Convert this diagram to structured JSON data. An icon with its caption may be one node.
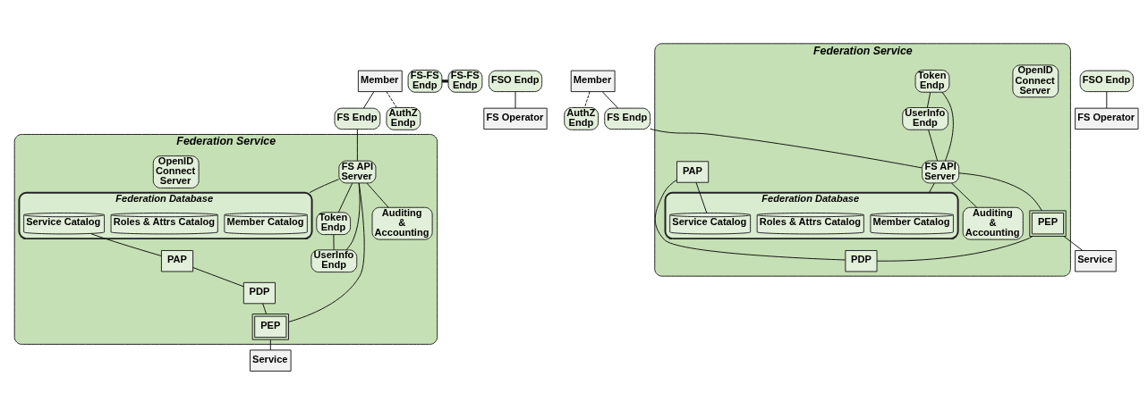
{
  "diagram": {
    "nodes": [
      {
        "text": [
          "Member"
        ]
      },
      {
        "text": [
          "Federation Service"
        ]
      },
      {
        "text": [
          "FS Endp"
        ]
      },
      {
        "text": [
          "AuthZ Endp"
        ]
      },
      {
        "text": [
          "Federation Database"
        ],
        "in": 1
      },
      {
        "text": [
          "Member Catalog"
        ],
        "in": 4
      },
      {
        "text": [
          "Roles & Attrs Catalog"
        ],
        "in": 4
      },
      {
        "text": [
          "Service Catalog"
        ],
        "in": 4
      },
      {
        "text": [
          "FS API Server"
        ],
        "in": 1
      },
      {
        "text": [
          "OpenID Connect Server"
        ],
        "in": 1
      },
      {
        "text": [
          "Token Endp"
        ],
        "in": 1
      },
      {
        "text": [
          "UserInfo Endp"
        ],
        "in": 1
      },
      {
        "text": [
          "PAP"
        ],
        "in": 1
      },
      {
        "text": [
          "PDP"
        ],
        "in": 1
      },
      {
        "text": [
          "PEP"
        ],
        "in": 1
      },
      {
        "text": [
          "Auditing & Accounting"
        ],
        "in": 1
      },
      {
        "text": [
          "FS-FS Endp"
        ]
      },
      {
        "text": [
          "FSO Endp"
        ]
      },
      {
        "text": [
          "Service"
        ]
      },
      {
        "text": [
          "FS Operator"
        ]
      },
      {
        "text": [
          "Member"
        ]
      },
      {
        "text": [
          "AuthZ Endp"
        ]
      },
      {
        "text": [
          "FS Endp"
        ]
      },
      {
        "text": [
          "Federation Service"
        ]
      },
      {
        "text": [
          "OpenID Connect Server"
        ],
        "in": 23
      },
      {
        "text": [
          "Token Endp"
        ],
        "in": 23
      },
      {
        "text": [
          "UserInfo Endp"
        ],
        "in": 23
      },
      {
        "text": [
          "FS API Server"
        ],
        "in": 23
      },
      {
        "text": [
          "Federation Database"
        ],
        "in": 23
      },
      {
        "text": [
          "Member Catalog"
        ],
        "in": 28
      },
      {
        "text": [
          "Roles & Attrs Catalog"
        ],
        "in": 28
      },
      {
        "text": [
          "Service Catalog"
        ],
        "in": 28
      },
      {
        "text": [
          "PAP"
        ],
        "in": 23
      },
      {
        "text": [
          "Auditing & Accounting"
        ],
        "in": 23
      },
      {
        "text": [
          "FS-FS Endp"
        ]
      },
      {
        "text": [
          "PEP"
        ],
        "in": 23
      },
      {
        "text": [
          "PDP"
        ],
        "in": 23
      },
      {
        "text": [
          "FSO Endp"
        ]
      },
      {
        "text": [
          "FS Operator"
        ]
      },
      {
        "text": [
          "Service"
        ]
      }
    ],
    "edges": [
      {
        "from": 0,
        "to": 2,
        "arrow": "none"
      },
      {
        "from": 0,
        "to": 3,
        "arrow": "none",
        "style": "dashed"
      },
      {
        "from": 2,
        "to": 8,
        "arrow": "none"
      },
      {
        "from": 8,
        "to": 4,
        "arrow": "none"
      },
      {
        "from": 8,
        "to": 10,
        "arrow": "none"
      },
      {
        "from": 8,
        "to": 11,
        "arrow": "none"
      },
      {
        "from": 10,
        "to": 11,
        "arrow": "none"
      },
      {
        "from": 8,
        "to": 14,
        "arrow": "none"
      },
      {
        "from": 8,
        "to": 15,
        "arrow": "none"
      },
      {
        "from": 7,
        "to": 12,
        "arrow": "none"
      },
      {
        "from": 12,
        "to": 13,
        "arrow": "none"
      },
      {
        "from": 13,
        "to": 14,
        "arrow": "none"
      },
      {
        "from": 14,
        "to": 18,
        "arrow": "none"
      },
      {
        "from": 17,
        "to": 19,
        "arrow": "none"
      },
      {
        "from": 16,
        "to": 34,
        "arrow": "none",
        "style": "thick"
      },
      {
        "from": 20,
        "to": 22,
        "arrow": "none"
      },
      {
        "from": 20,
        "to": 21,
        "arrow": "none",
        "style": "dashed"
      },
      {
        "from": 22,
        "to": 27,
        "arrow": "none"
      },
      {
        "from": 27,
        "to": 28,
        "arrow": "none"
      },
      {
        "from": 25,
        "to": 27,
        "arrow": "none"
      },
      {
        "from": 26,
        "to": 27,
        "arrow": "none"
      },
      {
        "from": 25,
        "to": 26,
        "arrow": "none"
      },
      {
        "from": 27,
        "to": 35,
        "arrow": "none"
      },
      {
        "from": 27,
        "to": 33,
        "arrow": "none"
      },
      {
        "from": 32,
        "to": 31,
        "arrow": "none"
      },
      {
        "from": 32,
        "to": 36,
        "arrow": "none"
      },
      {
        "from": 35,
        "to": 36,
        "arrow": "none"
      },
      {
        "from": 35,
        "to": 39,
        "arrow": "none"
      },
      {
        "from": 37,
        "to": 38,
        "arrow": "none"
      }
    ]
  }
}
